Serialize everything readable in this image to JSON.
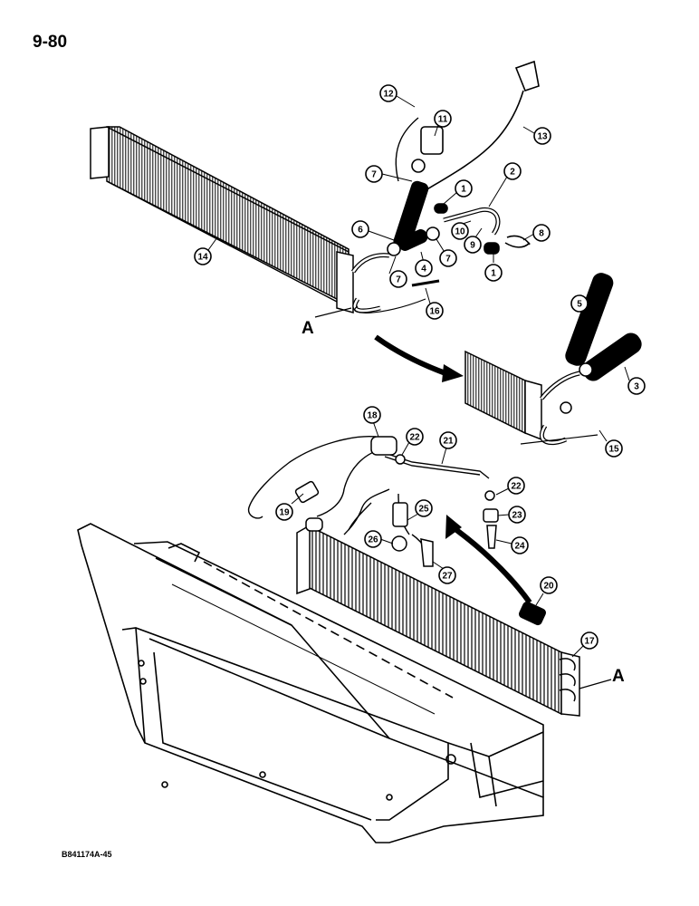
{
  "page_number": "9-80",
  "figure_code": "B841174A-45",
  "view_labels": {
    "a_top": "A",
    "a_bottom": "A"
  },
  "callouts": [
    "1",
    "2",
    "3",
    "4",
    "5",
    "6",
    "7",
    "8",
    "9",
    "10",
    "11",
    "12",
    "13",
    "14",
    "15",
    "16",
    "17",
    "18",
    "19",
    "20",
    "21",
    "22",
    "23",
    "24",
    "25",
    "26",
    "27"
  ]
}
